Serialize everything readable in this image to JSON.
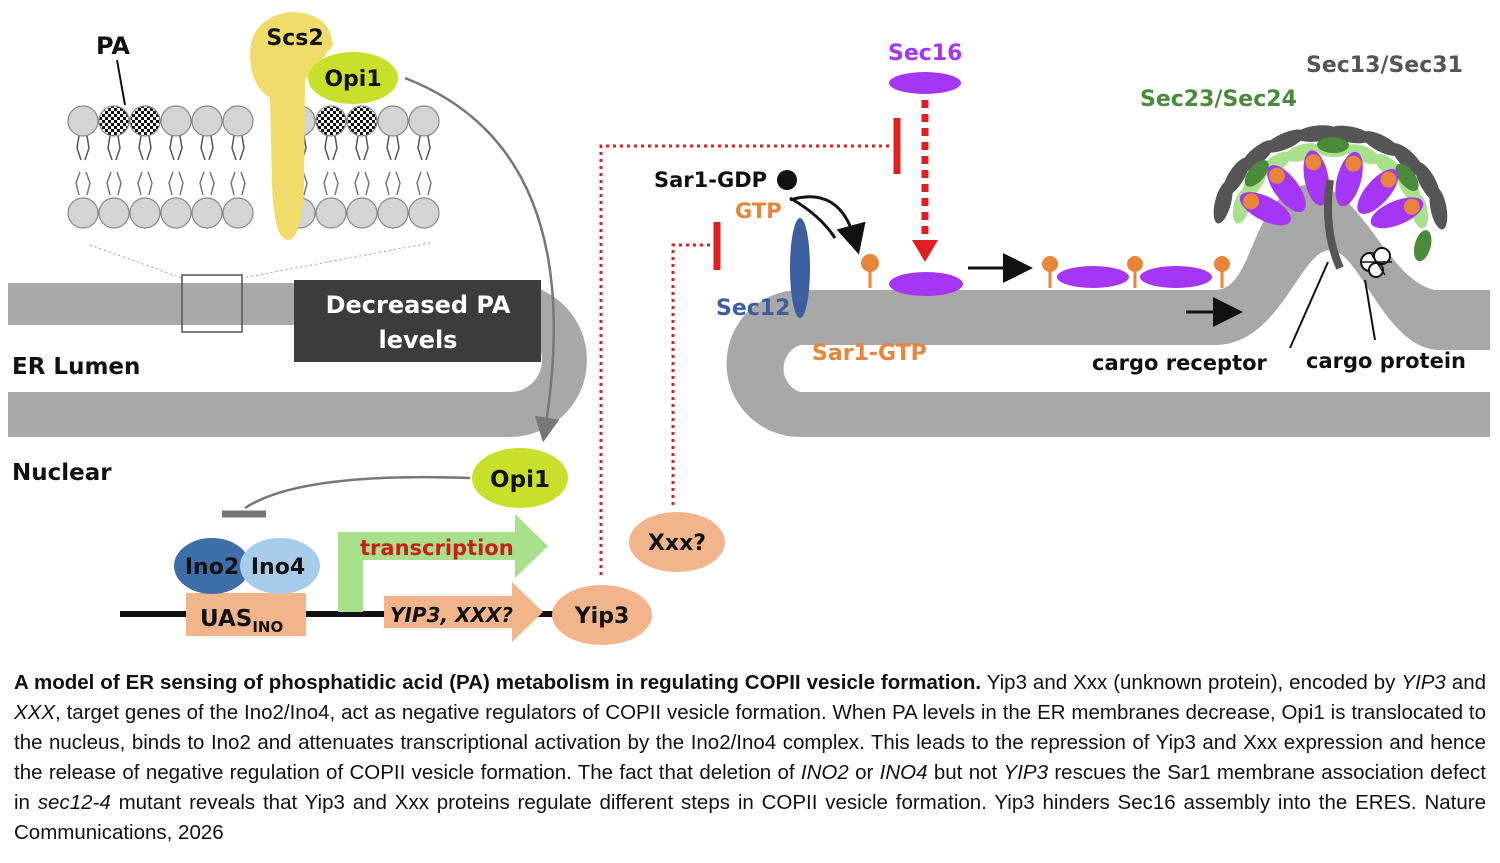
{
  "labels": {
    "pa": "PA",
    "scs2": "Scs2",
    "opi1_top": "Opi1",
    "decreased_line1": "Decreased PA",
    "decreased_line2": "levels",
    "er_lumen": "ER Lumen",
    "nuclear": "Nuclear",
    "opi1_nuclear": "Opi1",
    "ino2": "Ino2",
    "ino4": "Ino4",
    "uas": "UAS",
    "uas_sub": "INO",
    "transcription": "transcription",
    "genes": "YIP3, XXX?",
    "yip3": "Yip3",
    "xxx": "Xxx?",
    "sar1_gdp": "Sar1-GDP",
    "gtp": "GTP",
    "sec12": "Sec12",
    "sar1_gtp": "Sar1-GTP",
    "sec16": "Sec16",
    "sec23_24": "Sec23/Sec24",
    "sec13_31": "Sec13/Sec31",
    "cargo_receptor": "cargo receptor",
    "cargo_protein": "cargo protein"
  },
  "colors": {
    "membrane": "#a8a8a8",
    "sec16_purple": "#a536f5",
    "inhibit_red": "#e02020",
    "sar1_orange": "#e8853a",
    "opi1_green": "#c8e02c",
    "scs2_yellow": "#f0dc6a",
    "sec12_blue": "#3d5e9e",
    "sec23_green": "#4a8a3a",
    "sec13_gray": "#555555",
    "salmon": "#f2b48a"
  },
  "caption": {
    "bold": "A model of ER sensing of phosphatidic acid (PA) metabolism in regulating COPII vesicle formation.",
    "t1": " Yip3 and Xxx (unknown protein), encoded by ",
    "i1": "YIP3",
    "t2": " and ",
    "i2": "XXX",
    "t3": ", target genes of the Ino2/Ino4, act as negative regulators of COPII vesicle formation. When PA levels in the ER membranes decrease, Opi1 is translocated to the nucleus, binds to Ino2 and attenuates transcriptional activation by the Ino2/Ino4 complex. This leads to the repression of Yip3 and Xxx expression and hence the release of negative regulation of COPII vesicle formation. The fact that deletion of ",
    "i3": "INO2",
    "t4": " or ",
    "i4": "INO4",
    "t5": " but not ",
    "i5": "YIP3",
    "t6": " rescues the Sar1 membrane association defect in ",
    "i6": "sec12-4",
    "t7": " mutant reveals that Yip3 and Xxx proteins regulate different steps in COPII vesicle formation. Yip3 hinders Sec16 assembly into the ERES. Nature Communications, 2026"
  }
}
